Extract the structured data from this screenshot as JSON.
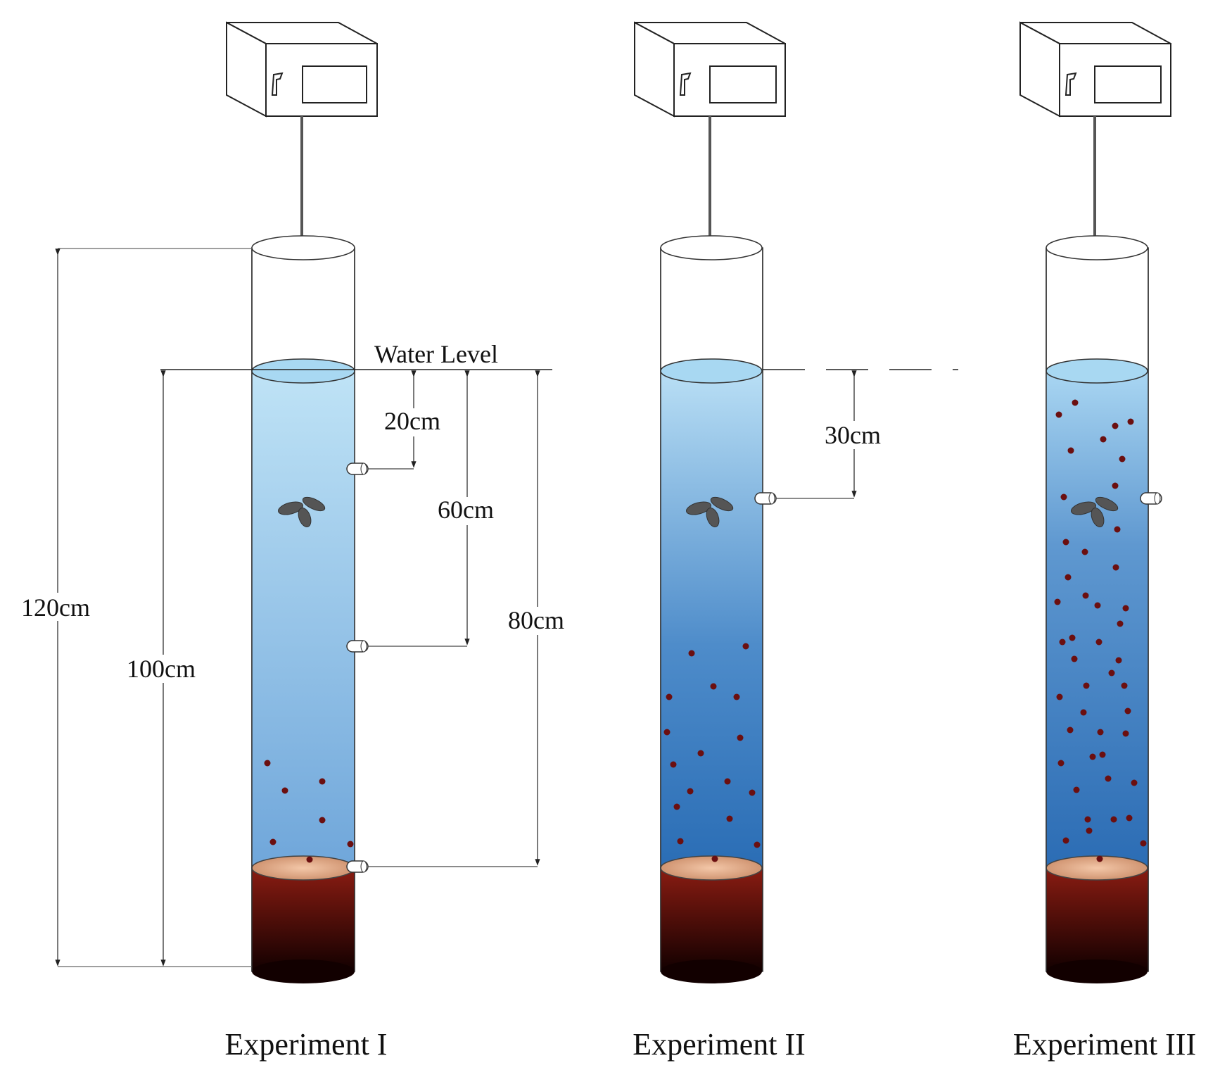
{
  "diagram": {
    "water_level_label": "Water Level",
    "colors": {
      "water_top": "#bfe3f6",
      "water_bottom_light": "#6fa6da",
      "water_bottom_dark": "#2f73b8",
      "sediment_top": "#7a1a12",
      "sediment_bottom": "#1a0000",
      "particle": "#6b0f10",
      "line": "#222222"
    },
    "experiments": [
      {
        "caption": "Experiment I",
        "particles": "few",
        "dimensions": [
          "120cm",
          "100cm",
          "20cm",
          "60cm",
          "80cm"
        ]
      },
      {
        "caption": "Experiment II",
        "particles": "moderate",
        "dimensions": [
          "30cm"
        ]
      },
      {
        "caption": "Experiment III",
        "particles": "many",
        "dimensions": []
      }
    ]
  }
}
